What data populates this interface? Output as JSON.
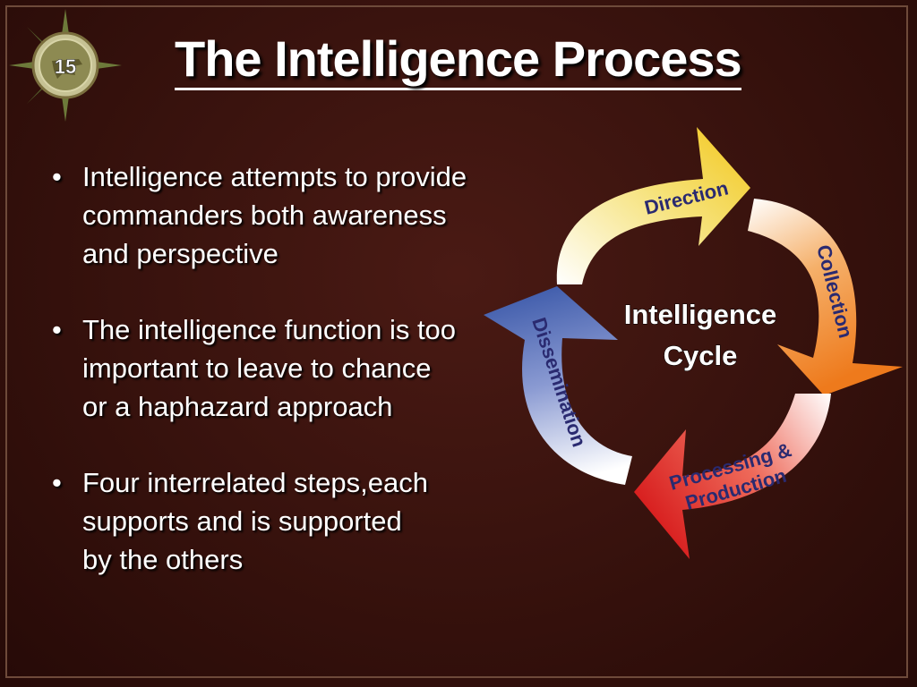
{
  "slide": {
    "number": "15",
    "title": "The Intelligence Process",
    "badge_icon": "compass-star-icon"
  },
  "bullets": [
    {
      "text": "Intelligence attempts to provide\ncommanders both awareness\nand perspective"
    },
    {
      "text": "The intelligence function is too\nimportant to leave to chance\nor a haphazard approach"
    },
    {
      "text": "Four interrelated steps,each\nsupports and is supported\nby the others"
    }
  ],
  "cycle": {
    "center_line1": "Intelligence",
    "center_line2": "Cycle",
    "steps": {
      "direction": "Direction",
      "collection": "Collection",
      "processing_line1": "Processing &",
      "processing_line2": "Production",
      "dissemination": "Dissemination"
    },
    "colors": {
      "direction": "#f2d63a",
      "collection": "#ef8a2a",
      "processing": "#e02a2a",
      "dissemination": "#3f5fb0"
    }
  }
}
